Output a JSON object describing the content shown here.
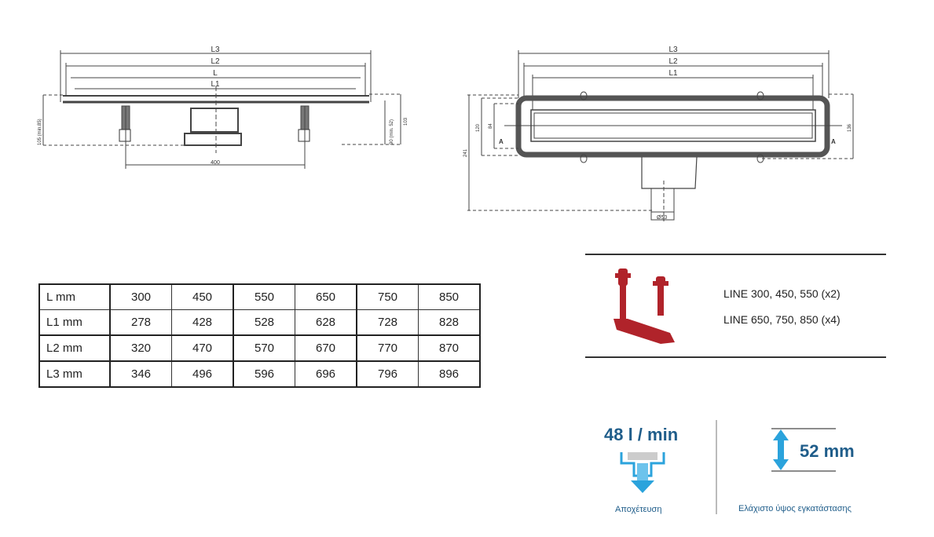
{
  "drawing_side": {
    "dims": {
      "l3": "L3",
      "l2": "L2",
      "l": "L",
      "l1": "L1",
      "height_left": "105 (min.85)",
      "height_right": "90 (min. 52)",
      "height_total": "103",
      "leg_spacing": "400"
    }
  },
  "drawing_top": {
    "dims": {
      "l3": "L3",
      "l2": "L2",
      "l1": "L1",
      "w_outer": "120",
      "w_inner": "84",
      "total": "241",
      "right": "136",
      "outlet": "Ø50",
      "section_left": "A",
      "section_right": "A"
    }
  },
  "table": {
    "rows": [
      [
        "L mm",
        "300",
        "450",
        "550",
        "650",
        "750",
        "850"
      ],
      [
        "L1 mm",
        "278",
        "428",
        "528",
        "628",
        "728",
        "828"
      ],
      [
        "L2 mm",
        "320",
        "470",
        "570",
        "670",
        "770",
        "870"
      ],
      [
        "L3 mm",
        "346",
        "496",
        "596",
        "696",
        "796",
        "896"
      ]
    ]
  },
  "accessory": {
    "line1": "LINE 300, 450, 550 (x2)",
    "line2": "LINE 650, 750, 850 (x4)",
    "color": "#b0232a"
  },
  "features": {
    "flow_value": "48 l / min",
    "flow_caption": "Αποχέτευση",
    "height_value": "52 mm",
    "height_caption": "Ελάχιστο ύψος εγκατάστασης",
    "accent": "#2ba3dc",
    "text_color": "#1f5d8a"
  }
}
